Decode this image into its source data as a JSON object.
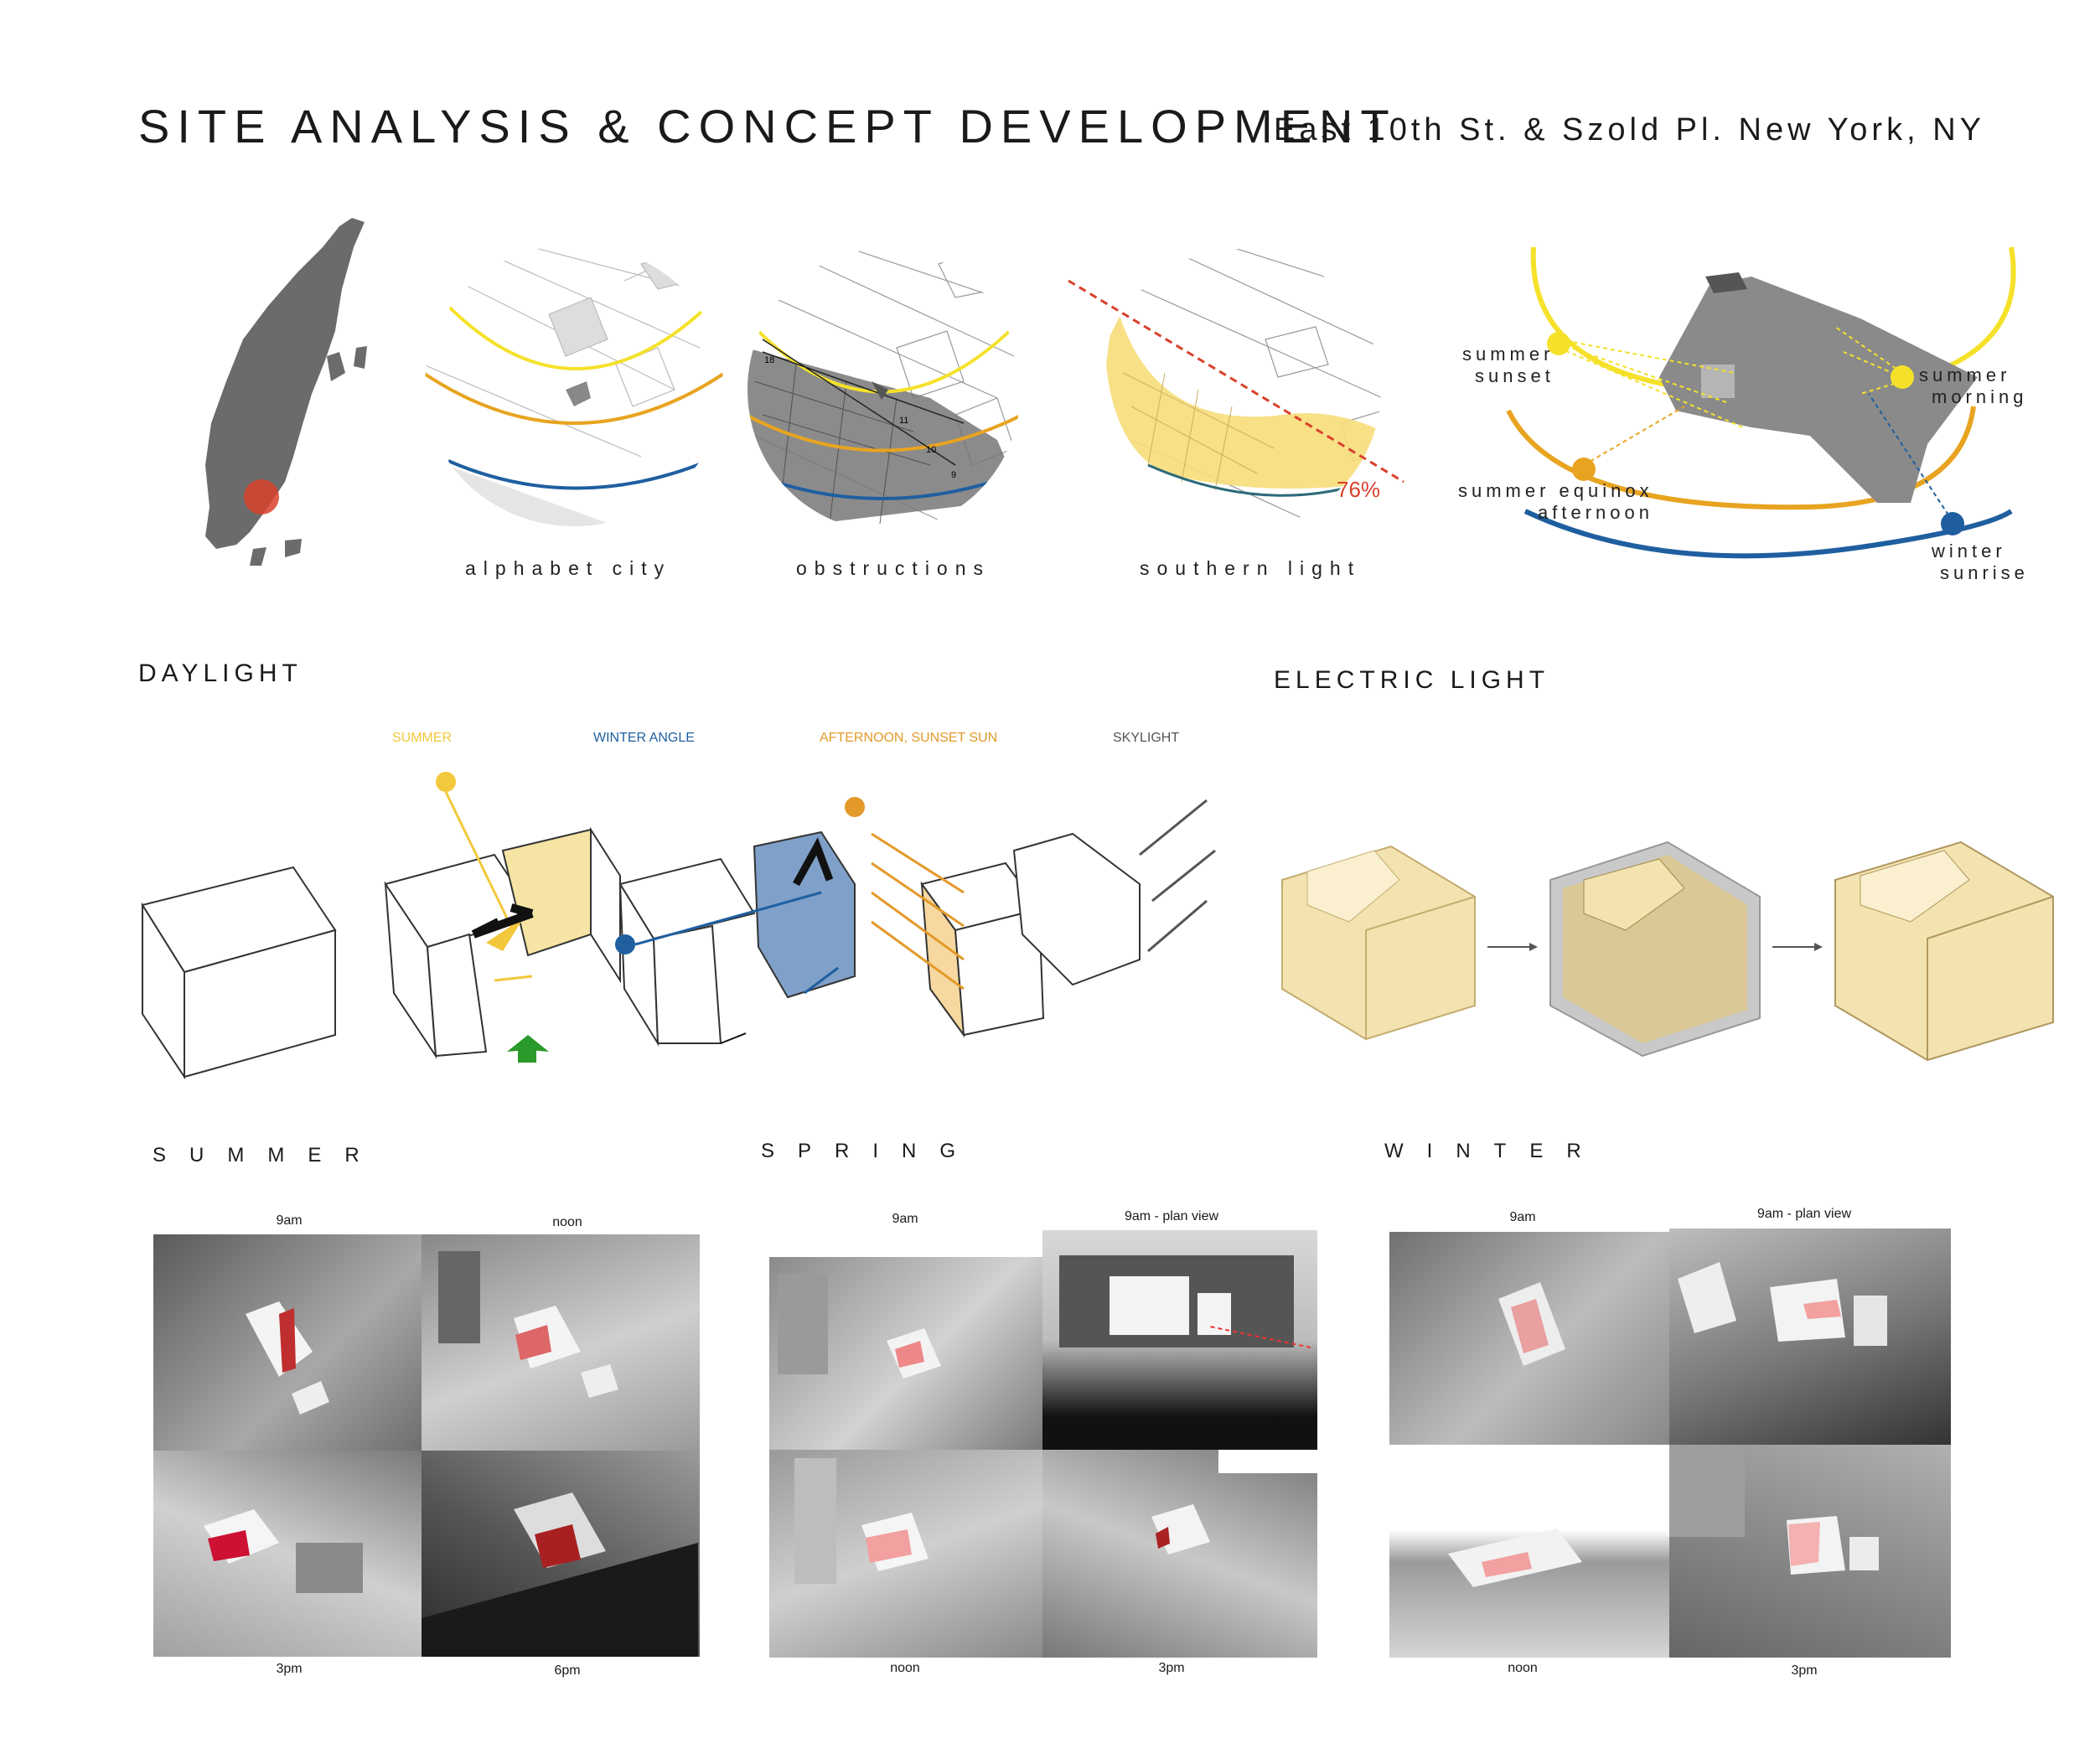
{
  "header": {
    "title": "SITE ANALYSIS & CONCEPT DEVELOPMENT",
    "subtitle": "East 10th St. & Szold Pl. New York, NY"
  },
  "site_maps": [
    {
      "caption": "alphabet   city"
    },
    {
      "caption": "obstructions",
      "street_numbers": [
        "18",
        "11",
        "10",
        "9"
      ]
    },
    {
      "caption": "southern   light",
      "percent": "76%"
    }
  ],
  "sun_path": {
    "summer_sunset": [
      "summer",
      "sunset"
    ],
    "summer_morning": [
      "summer",
      "morning"
    ],
    "equinox": [
      "summer equinox",
      "afternoon"
    ],
    "winter_sunrise": [
      "winter",
      "sunrise"
    ]
  },
  "daylight": {
    "heading": "DAYLIGHT",
    "legend": [
      {
        "label": "SUMMER",
        "color": "#f2c83c"
      },
      {
        "label": "WINTER ANGLE",
        "color": "#1f5fa0"
      },
      {
        "label": "AFTERNOON, SUNSET SUN",
        "color": "#e39a2a"
      },
      {
        "label": "SKYLIGHT",
        "color": "#555555"
      }
    ]
  },
  "electric": {
    "heading": "ELECTRIC LIGHT"
  },
  "seasons": [
    {
      "name": "SUMMER",
      "labels": [
        "9am",
        "noon",
        "3pm",
        "6pm"
      ]
    },
    {
      "name": "SPRING",
      "labels": [
        "9am",
        "9am - plan view",
        "noon",
        "3pm"
      ]
    },
    {
      "name": "WINTER",
      "labels": [
        "9am",
        "9am - plan view",
        "noon",
        "3pm"
      ]
    }
  ],
  "colors": {
    "summer_yellow": "#f5e12a",
    "equinox_orange": "#e8a420",
    "winter_blue": "#1f5fa0",
    "site_red": "#d9412b",
    "highlight_pink": "#f0a0a0",
    "massing_cream": "#f3e3b0"
  }
}
